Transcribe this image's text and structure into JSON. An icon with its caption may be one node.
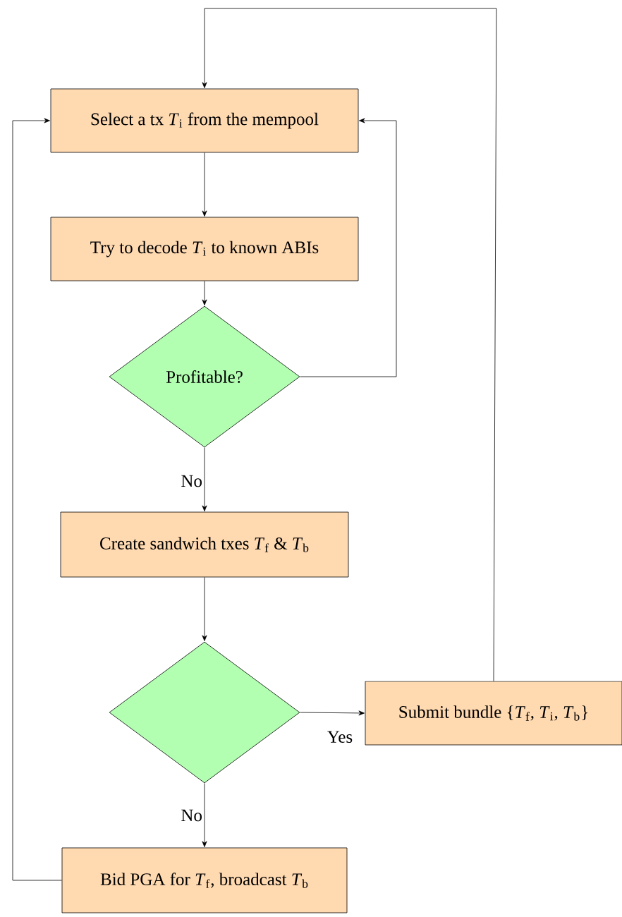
{
  "diagram": {
    "nodes": [
      {
        "text": [
          "Select a tx *T*$_{i}$ from the mempool"
        ]
      },
      {
        "text": [
          "Try to decode *T*$_{i}$ to known ABIs"
        ]
      },
      {
        "text": [
          "Profitable?"
        ]
      },
      {
        "text": [
          "Create sandwich txes *T*$_{f}$ & *T*$_{b}$"
        ]
      },
      {
        "text": [],
        "shape": "diamond"
      },
      {
        "text": [
          "Submit bundle {*T*$_{f}$, *T*$_{i}$, *T*$_{b}$}"
        ]
      },
      {
        "text": [
          "Bid PGA for *T*$_{f}$, broadcast *T*$_{b}$"
        ]
      }
    ],
    "edges": [
      {
        "from": 0,
        "to": 1,
        "arrow": "to"
      },
      {
        "from": 1,
        "to": 2,
        "arrow": "to"
      },
      {
        "from": 2,
        "to": 0,
        "arrow": "to"
      },
      {
        "from": 2,
        "to": 3,
        "arrow": "to",
        "label": "No"
      },
      {
        "from": 3,
        "to": 4,
        "arrow": "to"
      },
      {
        "from": 4,
        "to": 5,
        "arrow": "to",
        "label": "Yes"
      },
      {
        "from": 4,
        "to": 6,
        "arrow": "to",
        "label": "No"
      },
      {
        "from": 6,
        "to": 0,
        "arrow": "to"
      },
      {
        "from": 5,
        "to": 0,
        "arrow": "to"
      }
    ]
  }
}
